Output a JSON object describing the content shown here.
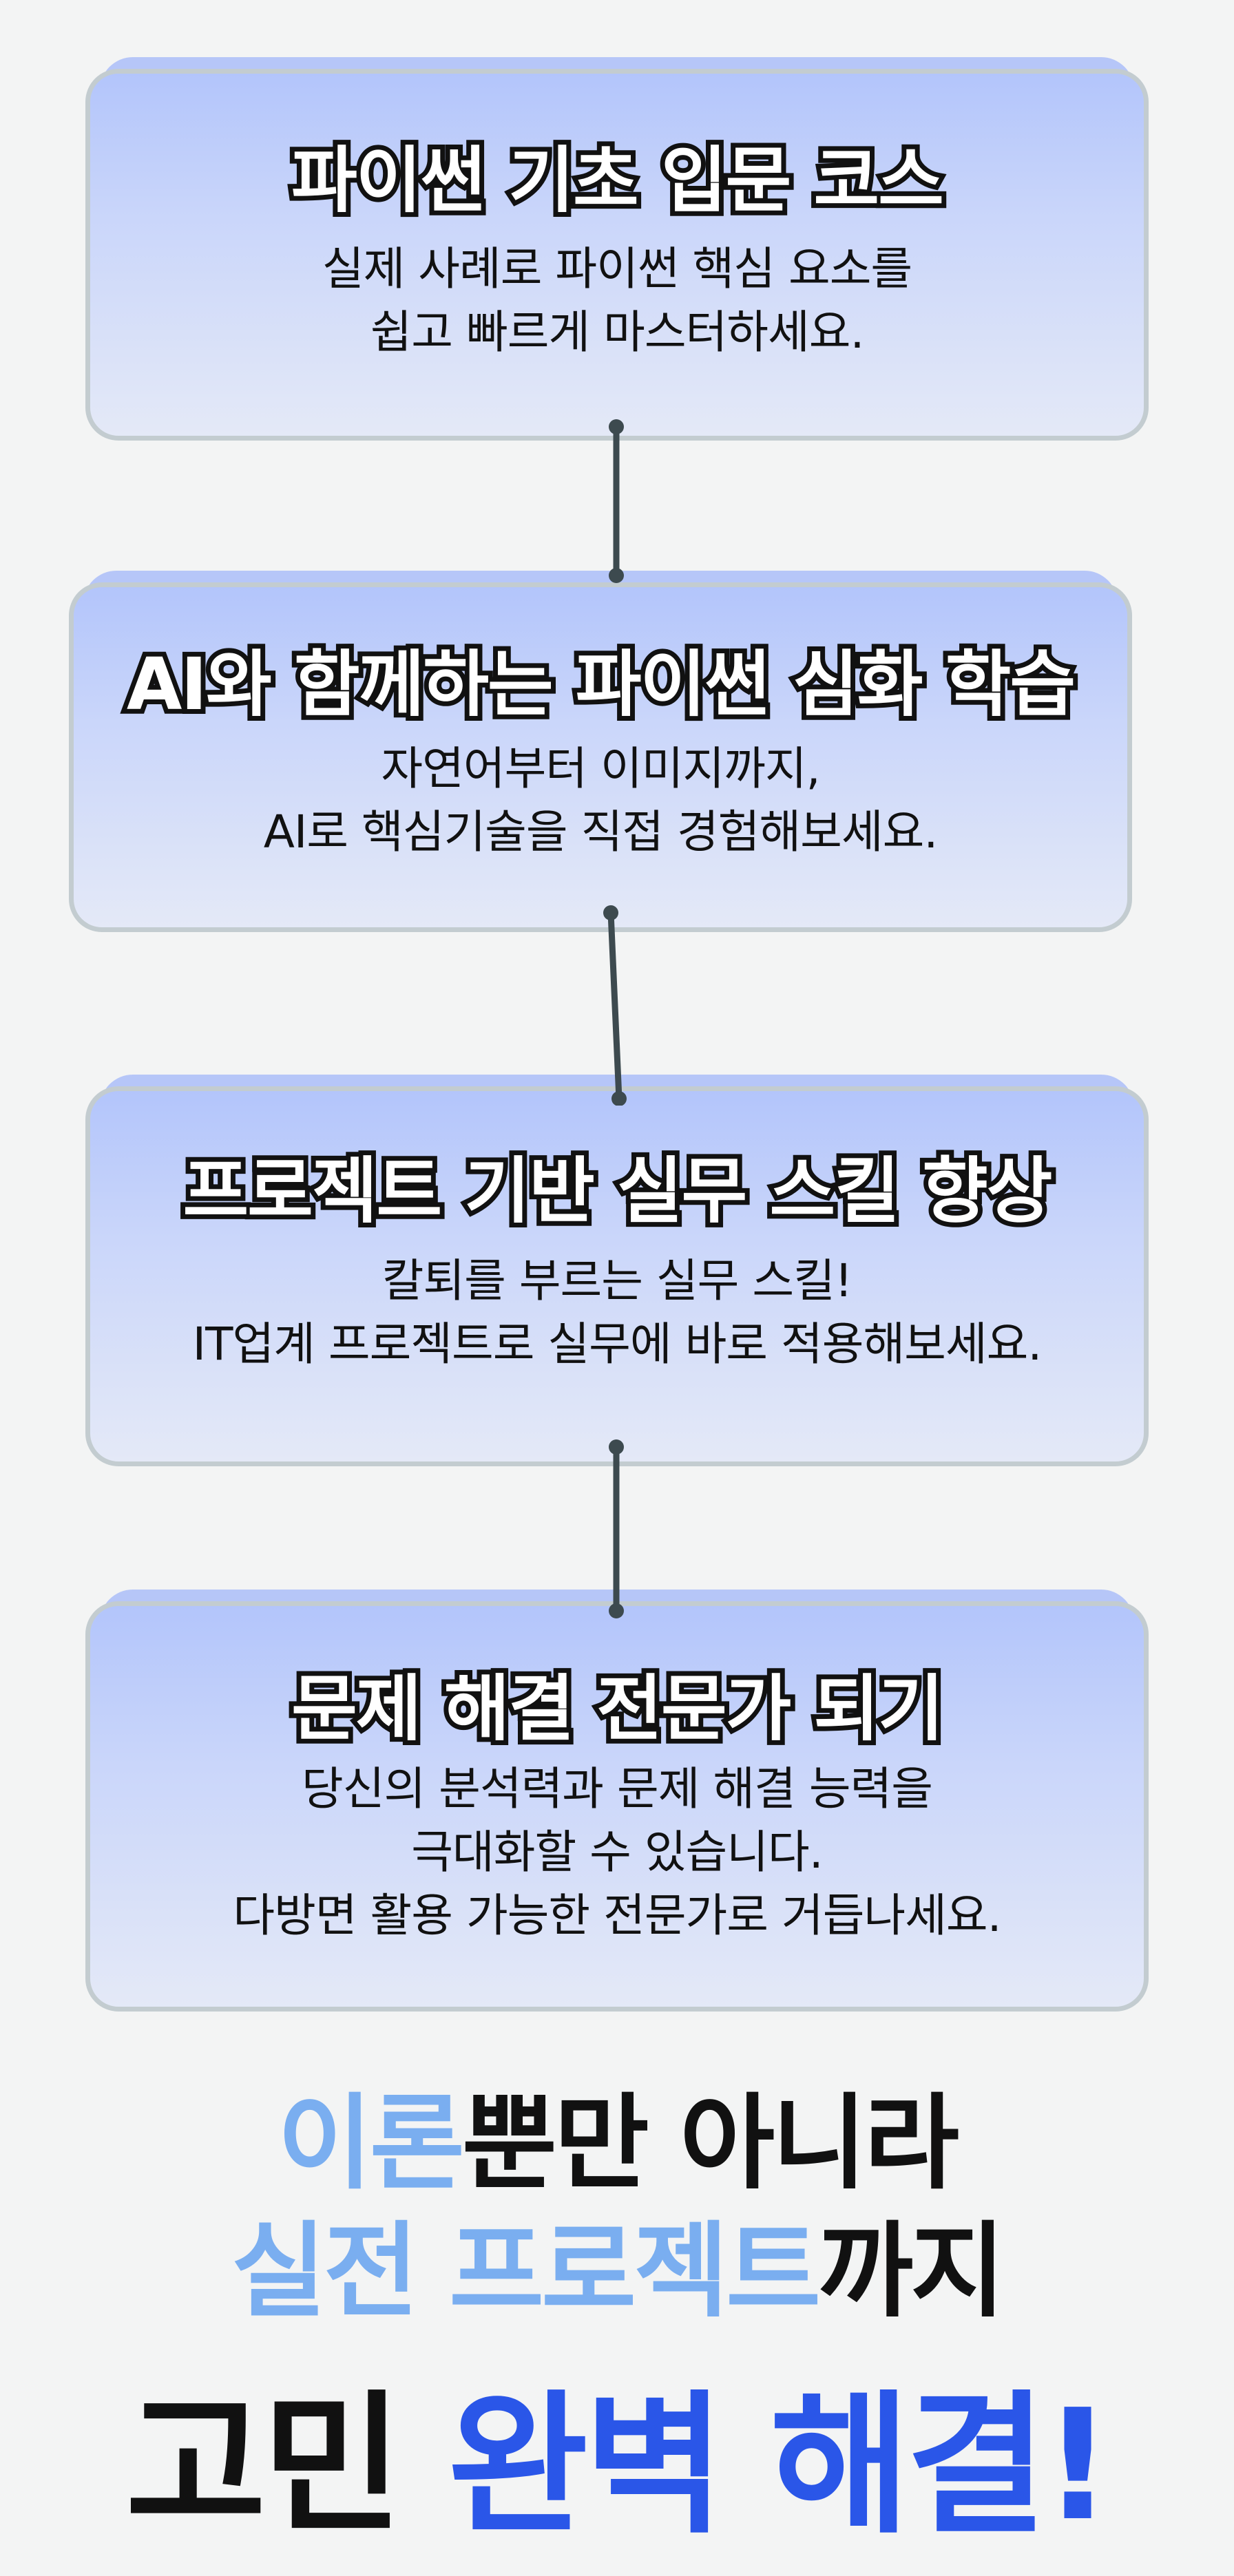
{
  "cards": [
    {
      "title": "파이썬 기초 입문 코스",
      "lines": [
        "실제 사례로 파이썬 핵심 요소를",
        "쉽고 빠르게 마스터하세요."
      ]
    },
    {
      "title": "AI와 함께하는 파이썬 심화 학습",
      "lines": [
        "자연어부터 이미지까지,",
        "AI로 핵심기술을 직접 경험해보세요."
      ]
    },
    {
      "title": "프로젝트 기반 실무 스킬 향상",
      "lines": [
        "칼퇴를 부르는 실무 스킬!",
        "IT업계 프로젝트로 실무에 바로 적용해보세요."
      ]
    },
    {
      "title": "문제 해결 전문가 되기",
      "lines": [
        "당신의 분석력과 문제 해결 능력을",
        "극대화할 수 있습니다.",
        "다방면 활용 가능한 전문가로 거듭나세요."
      ]
    }
  ],
  "tagline": {
    "line1_accent": "이론",
    "line1_rest": "뿐만 아니라",
    "line2_accent": "실전 프로젝트",
    "line2_rest": "까지",
    "line3_dark": "고민 ",
    "line3_accent": "완벽 해결!"
  },
  "colors": {
    "accent_light": "#7aaef0",
    "accent_blue": "#2a56e8",
    "card_top": "#b3c5fb",
    "card_bottom": "#e4e9f7",
    "card_border": "#c3ccd0",
    "connector": "#3d4a4f"
  }
}
